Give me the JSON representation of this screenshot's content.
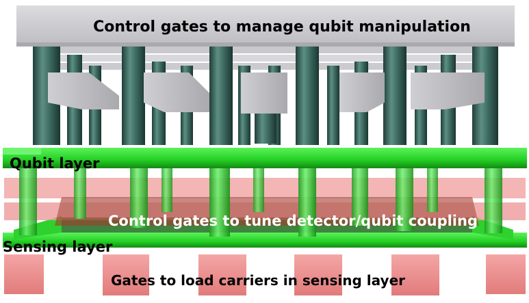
{
  "labels": {
    "top": "Control gates to manage qubit manipulation",
    "qubit_layer": "Qubit layer",
    "middle": "Control gates to tune detector/qubit coupling",
    "sensing_layer": "Sensing layer",
    "bottom": "Gates to load carriers in sensing layer"
  },
  "colors": {
    "top_gate": "#d2d2d6",
    "pillar": "#3e6d63",
    "qubit_layer": "#2fe02f",
    "sensing_layer": "#22d822",
    "pink_gate": "#ee8f8f",
    "background": "#ffffff"
  }
}
